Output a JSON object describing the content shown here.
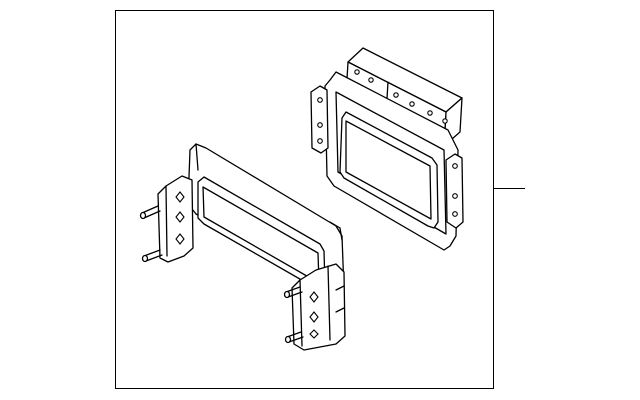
{
  "diagram": {
    "type": "exploded parts illustration",
    "parts": [
      {
        "id": "mounting-bracket",
        "icon": "bracket-icon"
      },
      {
        "id": "engine-control-module",
        "icon": "ecm-icon"
      }
    ],
    "line_color": "#000000",
    "background": "#ffffff",
    "callout_label": ""
  }
}
